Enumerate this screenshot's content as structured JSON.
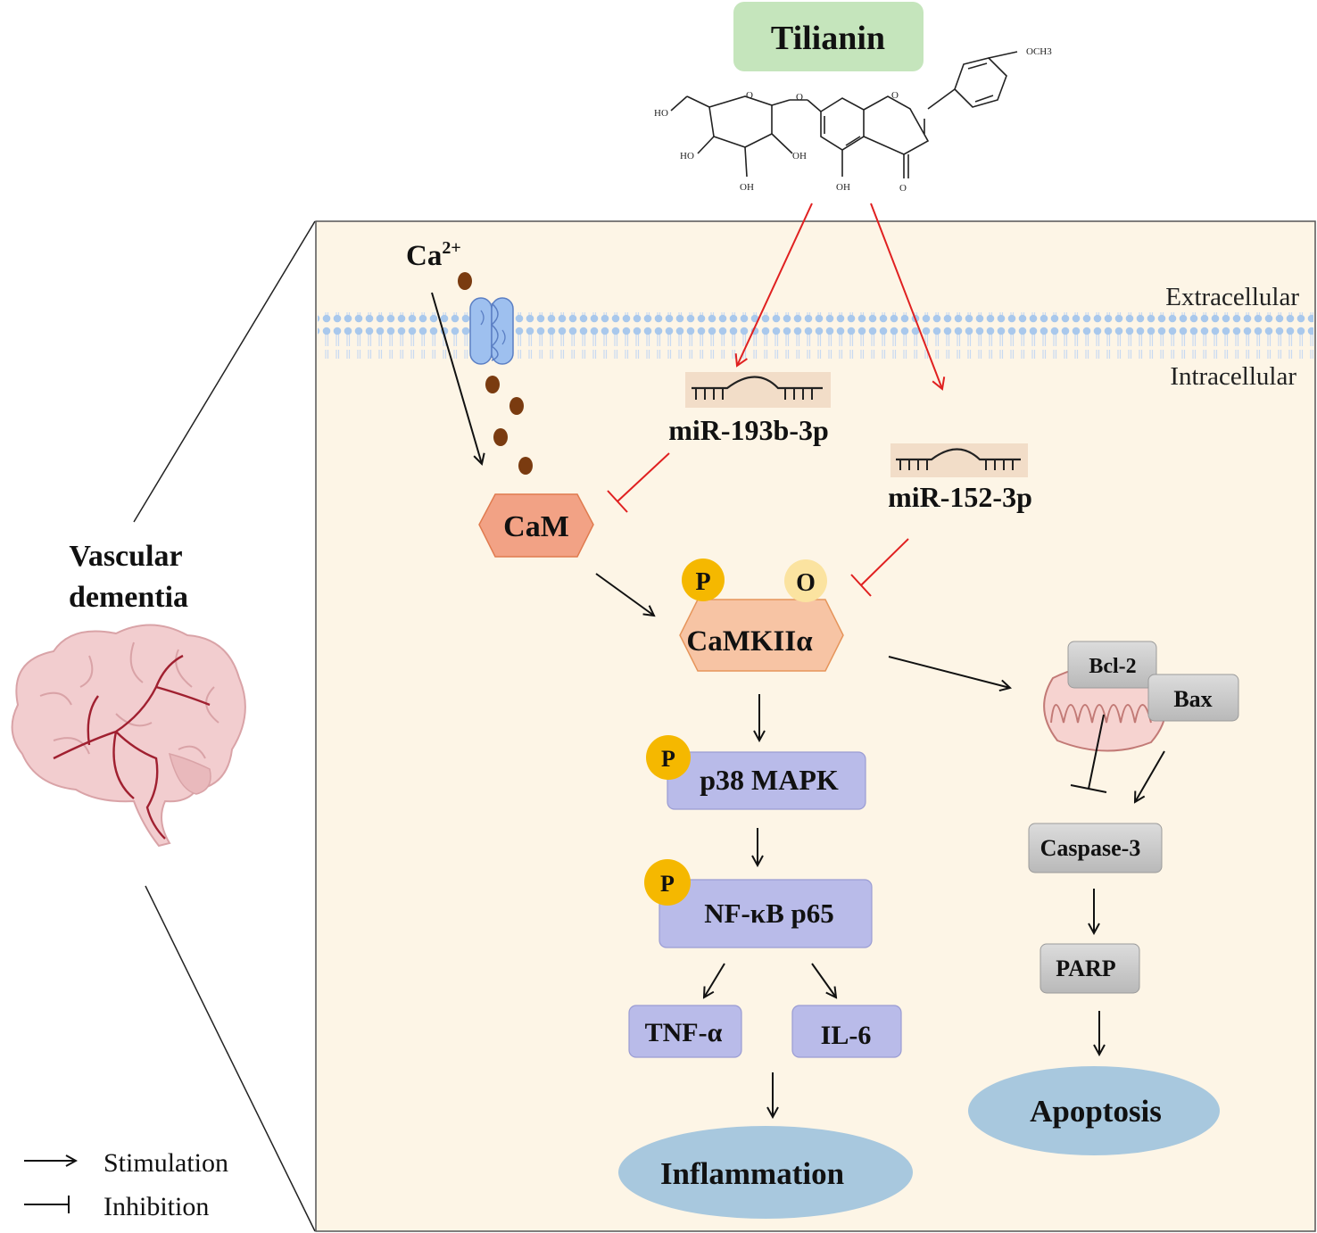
{
  "drug": {
    "name": "Tilianin",
    "substituents": {
      "methoxy": "OCH3",
      "hydroxyl": "HO",
      "hydroxyl_right": "OH",
      "ring_o": "O",
      "carbonyl_o": "O"
    }
  },
  "compartments": {
    "extracellular": "Extracellular",
    "intracellular": "Intracellular"
  },
  "ion": {
    "base": "Ca",
    "charge": "2+"
  },
  "mirnas": {
    "mir193": "miR-193b-3p",
    "mir152": "miR-152-3p"
  },
  "nodes": {
    "cam": "CaM",
    "camkii": "CaMKIIα",
    "p38": "p38 MAPK",
    "nfkb": "NF-κB p65",
    "tnf": "TNF-α",
    "il6": "IL-6",
    "bcl2": "Bcl-2",
    "bax": "Bax",
    "caspase3": "Caspase-3",
    "parp": "PARP"
  },
  "modifications": {
    "phospho": "P",
    "oglcnac": "O"
  },
  "outcomes": {
    "inflammation": "Inflammation",
    "apoptosis": "Apoptosis"
  },
  "disease": {
    "line1": "Vascular",
    "line2": "dementia"
  },
  "legend": {
    "stimulation": "Stimulation",
    "inhibition": "Inhibition"
  },
  "colors": {
    "cell_bg": "#fdf5e6",
    "drug_box": "#c5e5bc",
    "membrane": "#a9c8ec",
    "hexagon_cam": "#f2a285",
    "hexagon_camkii": "#f7c4a4",
    "kinase_box": "#b9bbe9",
    "gray_box": "#cfcfcf",
    "outcome_ellipse": "#a8c8de",
    "phospho": "#f5b800",
    "oglcnac": "#fbe3a0",
    "stimulation_red": "#e02020",
    "inhibition_red": "#e02020",
    "ca_ion": "#7a3b10",
    "brain": "#f2cdcf",
    "brain_vessel": "#a02030"
  }
}
